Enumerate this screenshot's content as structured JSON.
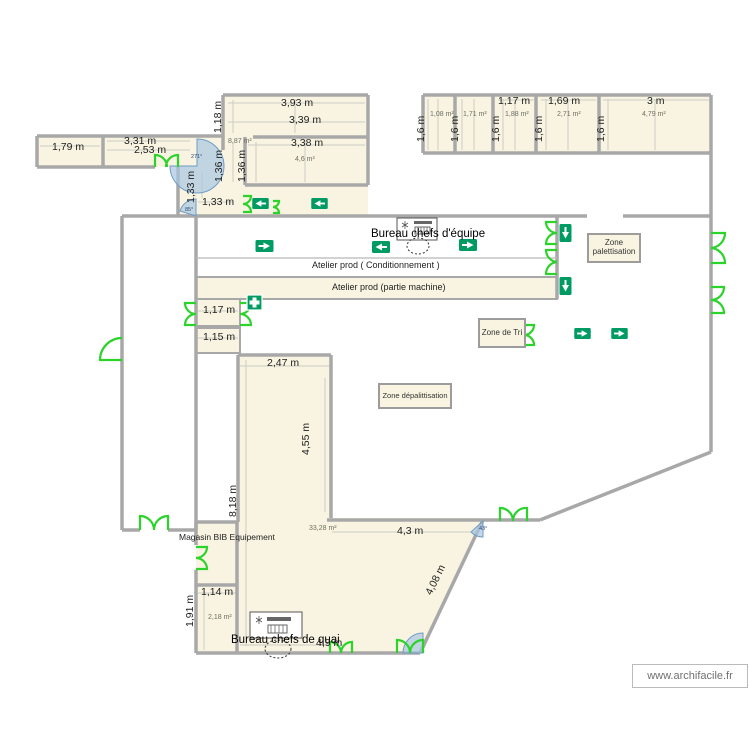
{
  "app": {
    "watermark": "www.archifacile.fr"
  },
  "colors": {
    "room_fill": "#f8f4e1",
    "wall": "#a8a8a8",
    "door_green": "#2bd32b",
    "sign_green": "#009b63",
    "angle_blue": "#a9c6e3"
  },
  "plan": {
    "rooms": {
      "bureau_chefs_equipe": "Bureau chefs d'équipe",
      "atelier_conditionnement": "Atelier prod ( Conditionnement )",
      "atelier_machine": "Atelier prod (partie machine)",
      "zone_palettisation": "Zone palettisation",
      "zone_tri": "Zone de Tri",
      "zone_depalettisation": "Zone dépalittisation",
      "magasin_bib": "Magasin BIB Equipement",
      "bureau_chefs_quai": "Bureau chefs de quai"
    },
    "dims": {
      "d179": "1,79 m",
      "d331": "3,31 m",
      "d253": "2,53 m",
      "d393": "3,93 m",
      "d118": "1,18 m",
      "d339": "3,39 m",
      "d338": "3,38 m",
      "d136a": "1,36 m",
      "d136b": "1,36 m",
      "d133v": "1,33 m",
      "d133h": "1,33 m",
      "d117": "1,17 m",
      "d115": "1,15 m",
      "d247": "2,47 m",
      "d455": "4,55 m",
      "d818": "8,18 m",
      "d43": "4,3 m",
      "d408": "4,08 m",
      "d114": "1,14 m",
      "d191": "1,91 m",
      "d49": "4,9 m"
    },
    "areas": {
      "a887": "8,87 m²",
      "a46": "4,6 m²",
      "a3328": "33,28 m²",
      "a218": "2,18 m²"
    },
    "cells": [
      {
        "h": "1,6 m",
        "area": "1,08 m²"
      },
      {
        "h": "1,6 m",
        "area": "1,71 m²"
      },
      {
        "w": "1,17 m",
        "h": "1,6 m",
        "area": "1,88 m²"
      },
      {
        "w": "1,69 m",
        "h": "1,6 m",
        "area": "2,71 m²"
      },
      {
        "w": "3 m",
        "h": "1,6 m",
        "area": "4,79 m²"
      }
    ],
    "angles": {
      "a271": "271°",
      "a85": "85°",
      "a43": "43°"
    }
  }
}
